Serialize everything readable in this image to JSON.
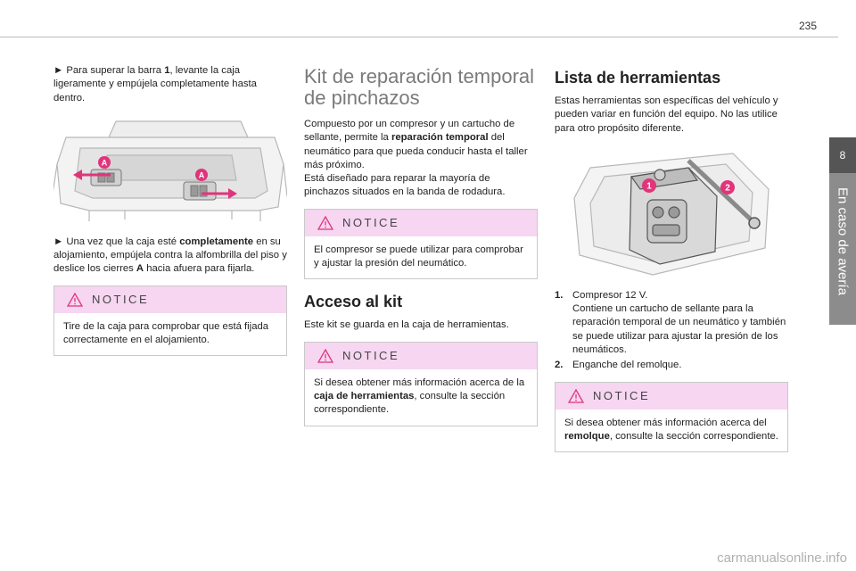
{
  "page_number": "235",
  "side_tab": {
    "number": "8",
    "title": "En caso de avería"
  },
  "col1": {
    "step1": {
      "prefix": "► Para superar la barra ",
      "bold": "1",
      "suffix": ", levante la caja ligeramente y empújela completamente hasta dentro."
    },
    "illustration_labels": [
      "A",
      "A"
    ],
    "step2": {
      "prefix": "► Una vez que la caja esté ",
      "bold1": "completamente",
      "middle": " en su alojamiento, empújela contra la alfombrilla del piso y deslice los cierres ",
      "bold2": "A",
      "suffix": " hacia afuera para fijarla."
    },
    "notice": {
      "title": "NOTICE",
      "text": "Tire de la caja para comprobar que está fijada correctamente en el alojamiento."
    }
  },
  "col2": {
    "heading": "Kit de reparación temporal de pinchazos",
    "intro": {
      "prefix": "Compuesto por un compresor y un cartucho de sellante, permite la ",
      "bold": "reparación temporal",
      "suffix": " del neumático para que pueda conducir hasta el taller más próximo."
    },
    "intro2": "Está diseñado para reparar la mayoría de pinchazos situados en la banda de rodadura.",
    "notice1": {
      "title": "NOTICE",
      "text": "El compresor se puede utilizar para comprobar y ajustar la presión del neumático."
    },
    "heading2": "Acceso al kit",
    "access_text": "Este kit se guarda en la caja de herramientas.",
    "notice2": {
      "title": "NOTICE",
      "prefix": "Si desea obtener más información acerca de la ",
      "bold": "caja de herramientas",
      "suffix": ", consulte la sección correspondiente."
    }
  },
  "col3": {
    "heading": "Lista de herramientas",
    "intro": "Estas herramientas son específicas del vehículo y pueden variar en función del equipo. No las utilice para otro propósito diferente.",
    "illustration_labels": [
      "1",
      "2"
    ],
    "tools": [
      {
        "num": "1.",
        "title": "Compresor 12 V.",
        "desc": "Contiene un cartucho de sellante para la reparación temporal de un neumático y también se puede utilizar para ajustar la presión de los neumáticos."
      },
      {
        "num": "2.",
        "title": "Enganche del remolque.",
        "desc": ""
      }
    ],
    "notice": {
      "title": "NOTICE",
      "prefix": "Si desea obtener más información acerca del ",
      "bold": "remolque",
      "suffix": ", consulte la sección correspondiente."
    }
  },
  "footer": "carmanualsonline.info",
  "colors": {
    "accent": "#e0357a",
    "notice_bg": "#f6d6f1",
    "tab_dark": "#555555",
    "tab_light": "#8c8c8c"
  },
  "icons": [
    "warning-triangle-icon"
  ]
}
